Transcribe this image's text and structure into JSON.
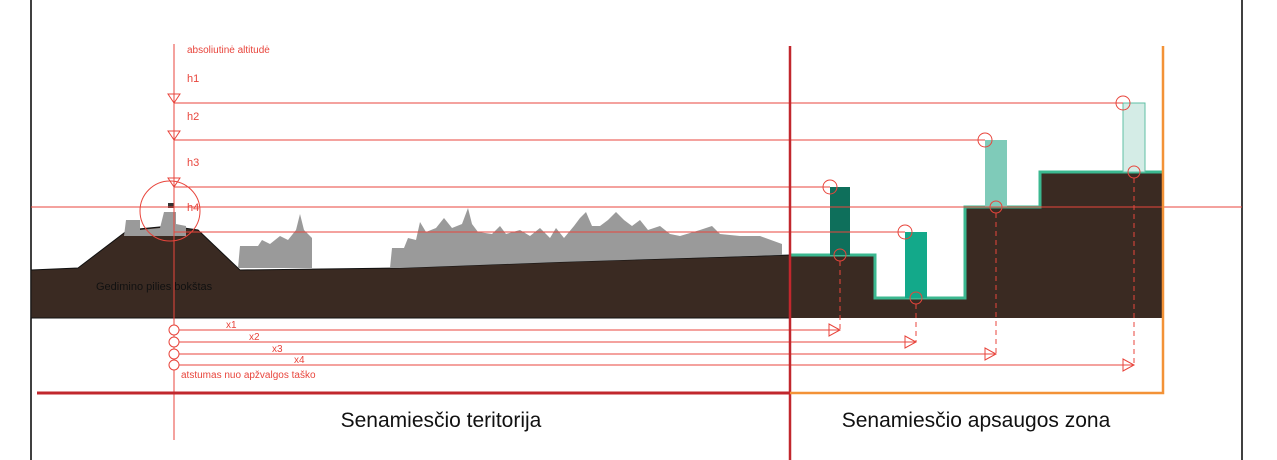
{
  "labels": {
    "vertical_axis": "absoliutinė altitudė",
    "heights": [
      "h1",
      "h2",
      "h3",
      "h4"
    ],
    "distances": [
      "x1",
      "x2",
      "x3",
      "x4"
    ],
    "distance_axis": "atstumas nuo apžvalgos taško",
    "viewpoint": "Gedimino pilies bokštas"
  },
  "zones": {
    "old_town": "Senamiesčio teritorija",
    "protection": "Senamiesčio apsaugos zona"
  },
  "colors": {
    "red": "#e8453c",
    "dark_red": "#c1272d",
    "orange": "#f39237",
    "ground": "#3a2a22",
    "silhouette": "#9a9a9a",
    "building_1": "#0e6f5b",
    "building_2": "#13a98a",
    "building_3": "#7fcbb9",
    "building_4": "#d4ece6",
    "terrace_outline": "#3bb890"
  }
}
